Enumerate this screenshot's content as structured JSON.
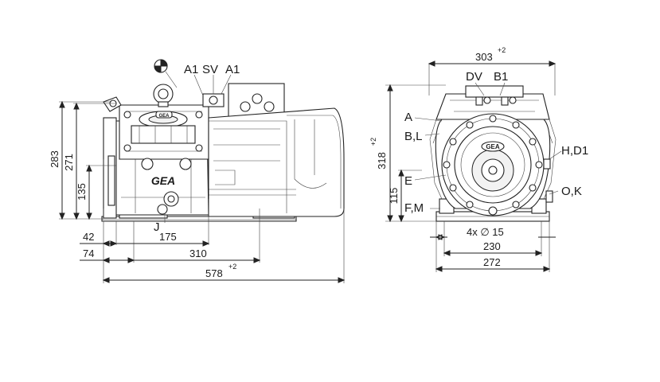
{
  "side_view": {
    "labels": {
      "a1_left": "A1",
      "sv": "SV",
      "a1_right": "A1",
      "j": "J"
    },
    "dimensions": {
      "h283": "283",
      "h271": "271",
      "h135": "135",
      "w42": "42",
      "w175": "175",
      "w74": "74",
      "w310": "310",
      "w578": "578",
      "w578_tol": "+2"
    }
  },
  "front_view": {
    "labels": {
      "dv": "DV",
      "b1": "B1",
      "a": "A",
      "bl": "B,L",
      "hd1": "H,D1",
      "e": "E",
      "ok": "O,K",
      "fm": "F,M"
    },
    "dimensions": {
      "w303": "303",
      "w303_tol": "+2",
      "h318": "318",
      "h318_tol": "+2",
      "h115": "115",
      "holes": "4x ∅ 15",
      "w230": "230",
      "w272": "272"
    }
  },
  "colors": {
    "line": "#222222",
    "background": "#ffffff"
  },
  "icons": [
    "center-of-gravity-icon",
    "gea-logo"
  ]
}
